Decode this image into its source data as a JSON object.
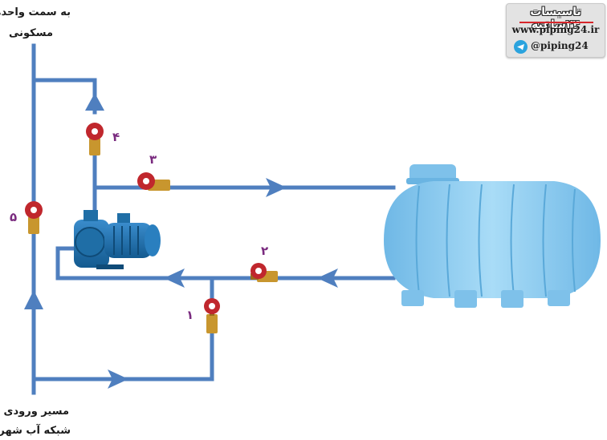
{
  "labels": {
    "to_units_line1": "به سمت واحدهای",
    "to_units_line2": "مسکونی",
    "inlet_line1": "مسیر ورودی از",
    "inlet_line2": "شبکه آب شهری"
  },
  "valves": [
    {
      "id": "1",
      "label": "۱"
    },
    {
      "id": "2",
      "label": "۲"
    },
    {
      "id": "3",
      "label": "۳"
    },
    {
      "id": "4",
      "label": "۴"
    },
    {
      "id": "5",
      "label": "۵"
    }
  ],
  "brand": {
    "title": "تاسیسات ۲۴ساعته",
    "site": "www.piping24.ir",
    "telegram": "@piping24"
  },
  "colors": {
    "pipe": "#4f7fbf",
    "tank": "#8ecbf0",
    "tank_dark": "#5aa9d9",
    "pump": "#1e6fa8",
    "valve": "#c0272d",
    "valve_body": "#c8962e",
    "label": "#7a2b7f"
  }
}
